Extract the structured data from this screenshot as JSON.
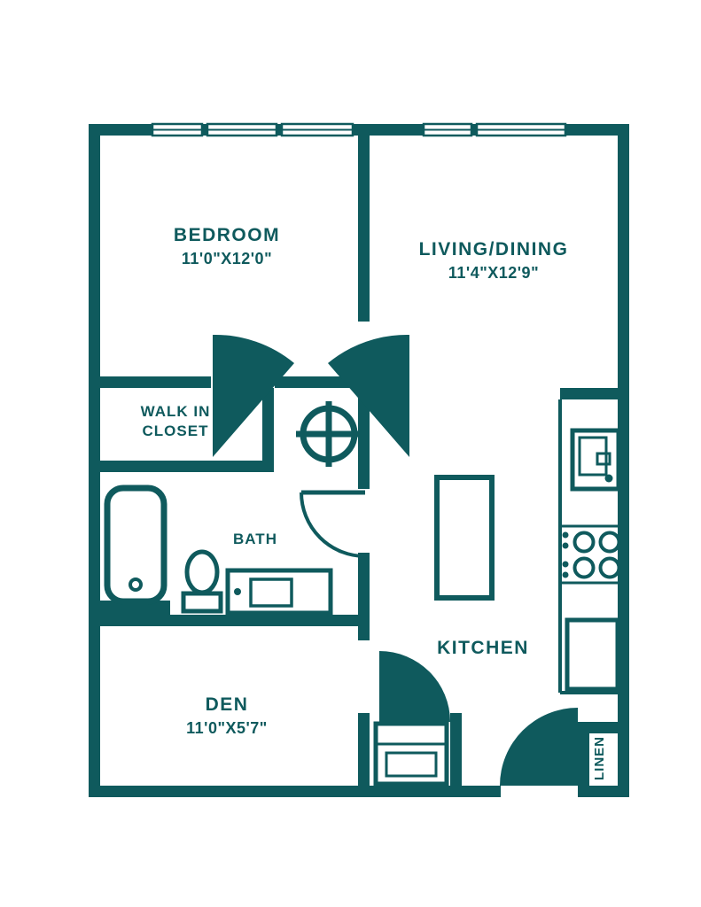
{
  "plan": {
    "colors": {
      "line": "#0f5a5d",
      "background": "#ffffff"
    },
    "rooms": {
      "bedroom": {
        "name": "BEDROOM",
        "dims": "11'0\"X12'0\""
      },
      "living_dining": {
        "name": "LIVING/DINING",
        "dims": "11'4\"X12'9\""
      },
      "walk_in_closet": {
        "line1": "WALK IN",
        "line2": "CLOSET"
      },
      "bath": {
        "name": "BATH"
      },
      "kitchen": {
        "name": "KITCHEN"
      },
      "den": {
        "name": "DEN",
        "dims": "11'0\"X5'7\""
      },
      "linen": {
        "name": "LINEN"
      }
    },
    "fixtures": [
      "bathtub",
      "toilet",
      "vanity-sink",
      "shower-drain",
      "kitchen-sink",
      "cooktop",
      "refrigerator",
      "kitchen-island",
      "washer-dryer",
      "entry-door",
      "windows"
    ]
  }
}
